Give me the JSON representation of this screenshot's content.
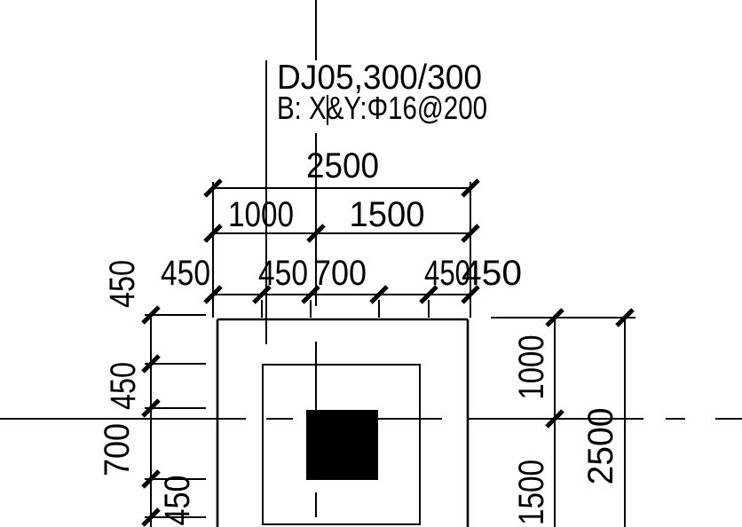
{
  "drawing": {
    "title": {
      "line1": "DJ05,300/300",
      "line2": "B:  X&Y:Φ16@200"
    },
    "dim_labels": {
      "overall": "2500",
      "row2": [
        "1000",
        "1500"
      ],
      "row3": [
        "450",
        "450",
        "700",
        "450",
        "450"
      ],
      "left": [
        "450",
        "450",
        "700",
        "450"
      ],
      "right": [
        "1000",
        "1500",
        "2500"
      ]
    },
    "colors": {
      "line": "#000000",
      "background": "#ffffff",
      "column_fill": "#000000"
    }
  }
}
